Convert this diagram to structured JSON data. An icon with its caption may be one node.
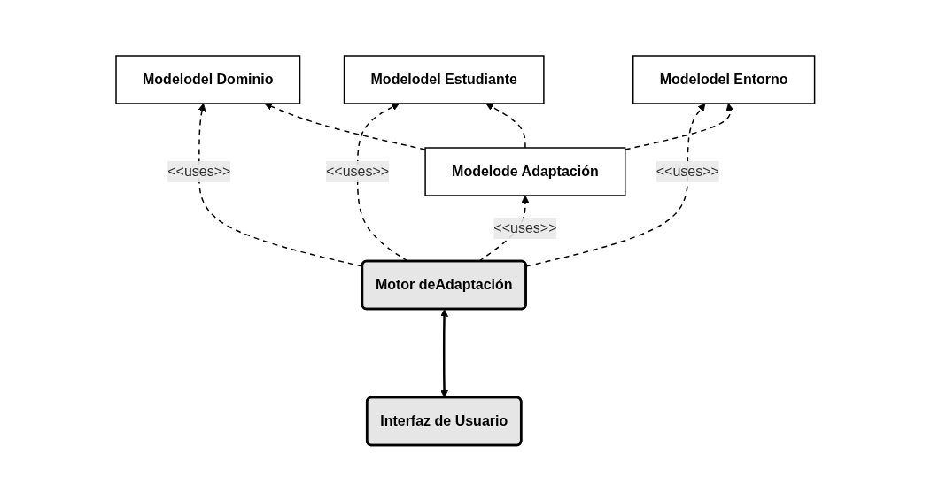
{
  "diagram": {
    "nodes": [
      {
        "text": [
          "Modelodel Estudiante"
        ]
      },
      {
        "text": [
          "Modelodel Dominio"
        ]
      },
      {
        "text": [
          "Modelodel Entorno"
        ]
      },
      {
        "text": [
          "Motor deAdaptación"
        ]
      },
      {
        "text": [
          "Modelode Adaptación"
        ]
      },
      {
        "text": [
          "Interfaz de Usuario"
        ]
      }
    ],
    "edges": [
      {
        "from": 3,
        "to": 1,
        "arrow": "to",
        "label": "<<uses>>",
        "style": "dashed"
      },
      {
        "from": 3,
        "to": 0,
        "arrow": "to",
        "label": "<<uses>>",
        "style": "dashed"
      },
      {
        "from": 3,
        "to": 2,
        "arrow": "to",
        "label": "<<uses>>",
        "style": "dashed"
      },
      {
        "from": 3,
        "to": 4,
        "arrow": "to",
        "label": "<<uses>>",
        "style": "dashed"
      },
      {
        "from": 5,
        "to": 3,
        "arrow": "both"
      },
      {
        "from": 4,
        "to": 1,
        "arrow": "to",
        "style": "dashed"
      },
      {
        "from": 4,
        "to": 0,
        "arrow": "to",
        "style": "dashed"
      },
      {
        "from": 4,
        "to": 2,
        "arrow": "to",
        "style": "dashed"
      }
    ]
  }
}
